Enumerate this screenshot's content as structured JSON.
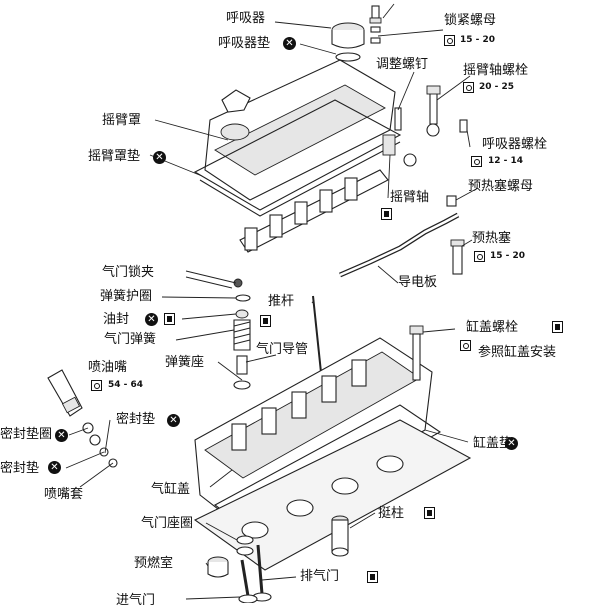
{
  "labels": {
    "breather": "呼吸器",
    "breather_gasket": "呼吸器垫",
    "lock_nut": "锁紧螺母",
    "adjust_screw": "调整螺钉",
    "rocker_shaft_bolt": "摇臂轴螺栓",
    "rocker_cover": "摇臂罩",
    "breather_bolt": "呼吸器螺栓",
    "rocker_cover_gasket": "摇臂罩垫",
    "rocker_shaft": "摇臂轴",
    "glow_plug_nut": "预热塞螺母",
    "glow_plug": "预热塞",
    "lead_plate": "导电板",
    "valve_keepers": "气门锁夹",
    "spring_retainer": "弹簧护圈",
    "oil_seal": "油封",
    "valve_spring": "气门弹簧",
    "push_rod": "推杆",
    "head_bolt": "缸盖螺栓",
    "see_head_install": "参照缸盖安装",
    "spring_seat": "弹簧座",
    "valve_guide": "气门导管",
    "nozzle": "喷油嘴",
    "seal_gasket": "密封垫",
    "nozzle_gasket_washer": "密封垫圈",
    "nozzle_seal": "密封垫",
    "head_gasket": "缸盖垫",
    "nozzle_sleeve": "喷嘴套",
    "cylinder_head": "气缸盖",
    "tappet": "挺柱",
    "valve_seat_ring": "气门座圈",
    "precombustion_chamber": "预燃室",
    "exhaust_valve": "排气门",
    "intake_valve": "进气门"
  },
  "torques": {
    "lock_nut": "15 - 20",
    "rocker_shaft_bolt": "20 - 25",
    "breather_bolt": "12 - 14",
    "glow_plug": "15 - 20",
    "nozzle": "54 - 64"
  },
  "icons": {
    "replace": "x-circle-icon",
    "torque": "torque-wrench-icon",
    "grease": "apply-oil-icon"
  }
}
